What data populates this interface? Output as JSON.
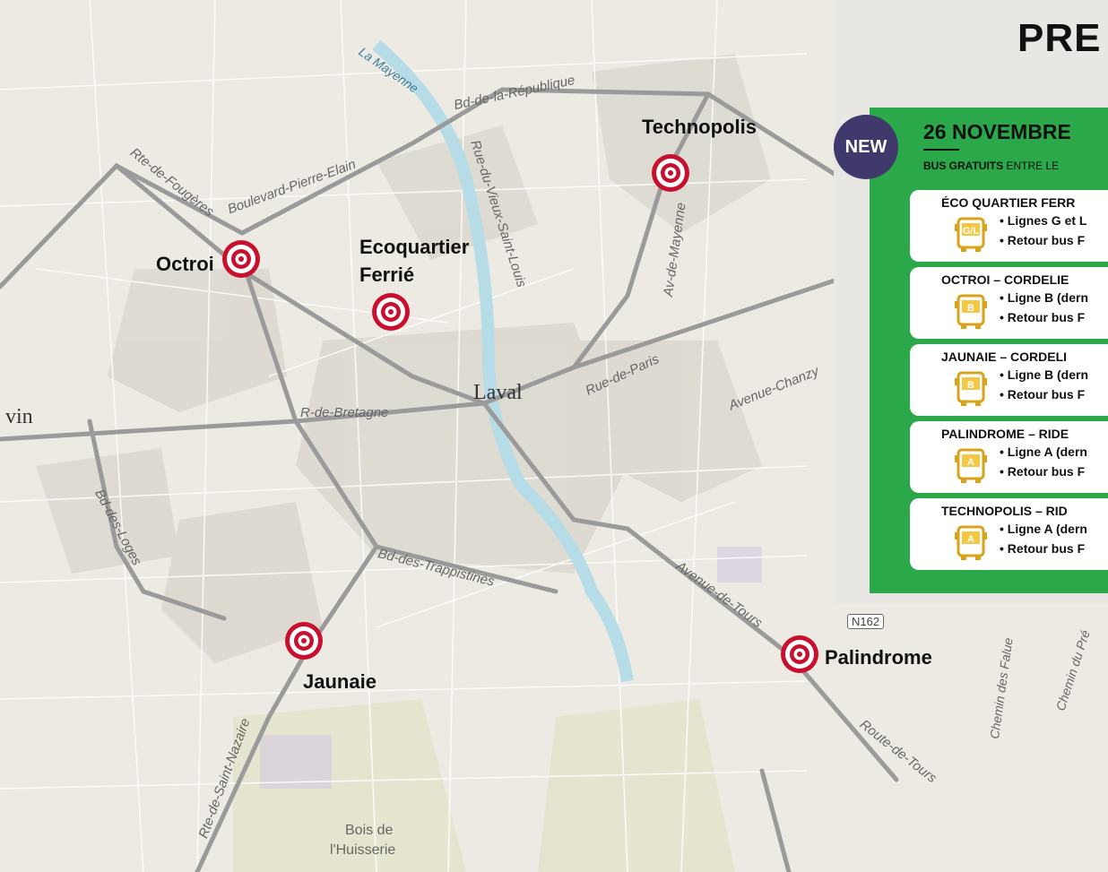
{
  "map": {
    "city_label": "Laval",
    "partial_label": "vin",
    "street_labels": [
      "Bd-de-la-République",
      "La Mayenne",
      "Rte-de-Fougères",
      "Boulevard-Pierre-Elain",
      "Rue-du-Vieux-Saint-Louis",
      "Av-de-Mayenne",
      "R-de-Bretagne",
      "Rue-de-Paris",
      "Avenue-Chanzy",
      "Bd-des-Loges",
      "Bd-des-Trappistines",
      "Avenue-de-Tours",
      "Route-de-Tours",
      "Rte-de-Saint-Nazaire",
      "Chemin des Falue",
      "Chemin du Pré",
      "N162",
      "Bois de",
      "l'Huisserie"
    ],
    "markers": [
      {
        "label": "Technopolis"
      },
      {
        "label": "Octroi"
      },
      {
        "label_line1": "Ecoquartier",
        "label_line2": "Ferrié"
      },
      {
        "label": "Jaunaie"
      },
      {
        "label": "Palindrome"
      }
    ],
    "colors": {
      "marker": "#c8102e",
      "road": "#9a9a9a",
      "river": "#b6dce8",
      "water_fill": "#cfe6ef",
      "land": "#eceae3"
    }
  },
  "panel": {
    "title": "PRE",
    "badge": "NEW",
    "date": "26 NOVEMBRE",
    "subtitle_pre": "BUS ",
    "subtitle_bold": "GRATUITS",
    "subtitle_post": " ENTRE LE",
    "green": "#2aa84a",
    "cards": [
      {
        "title": "ÉCO QUARTIER FERR",
        "bus": "G/L",
        "line1": "• Lignes G et L",
        "line2": "• Retour bus F"
      },
      {
        "title": "OCTROI – CORDELIE",
        "bus": "B",
        "line1": "• Ligne B (dern",
        "line2": "• Retour bus F"
      },
      {
        "title": "JAUNAIE – CORDELI",
        "bus": "B",
        "line1": "• Ligne B (dern",
        "line2": "• Retour bus F"
      },
      {
        "title": "PALINDROME – RIDE",
        "bus": "A",
        "line1": "• Ligne A (dern",
        "line2": "• Retour bus F"
      },
      {
        "title": "TECHNOPOLIS – RID",
        "bus": "A",
        "line1": "• Ligne A (dern",
        "line2": "• Retour bus F"
      }
    ]
  }
}
